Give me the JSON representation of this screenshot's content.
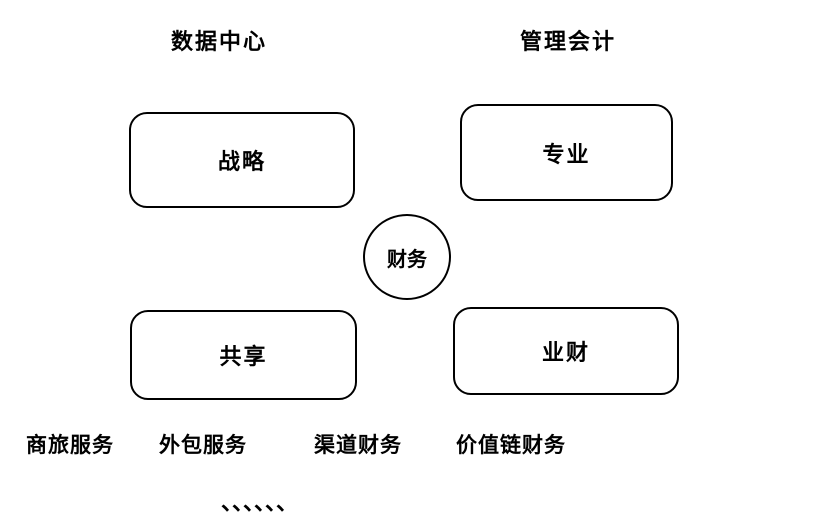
{
  "diagram": {
    "top_labels": [
      {
        "label": "数据中心"
      },
      {
        "label": "管理会计"
      }
    ],
    "boxes": [
      {
        "id": "strategy",
        "label": "战略"
      },
      {
        "id": "professional",
        "label": "专业"
      },
      {
        "id": "sharing",
        "label": "共享"
      },
      {
        "id": "biz-finance",
        "label": "业财"
      }
    ],
    "center": {
      "label": "财务"
    },
    "bottom_labels": [
      {
        "label": "商旅服务"
      },
      {
        "label": "外包服务"
      },
      {
        "label": "渠道财务"
      },
      {
        "label": "价值链财务"
      }
    ],
    "ellipsis": "、、、、、、",
    "colors": {
      "stroke": "#000000",
      "text": "#000000",
      "background": "#ffffff"
    }
  }
}
